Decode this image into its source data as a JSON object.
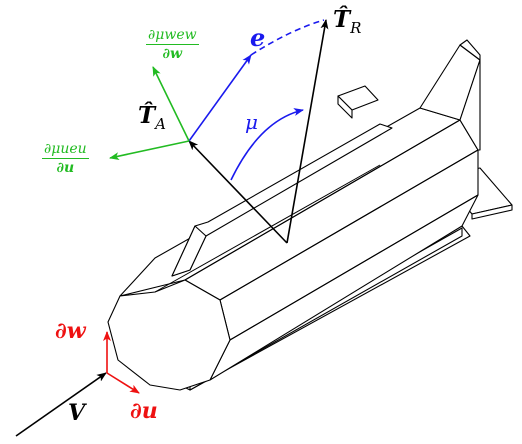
{
  "labels": {
    "v": "V",
    "du": "∂u",
    "dw": "∂w",
    "e": "e",
    "mu": "μ",
    "t_a_sym": "T̂",
    "t_a_sub": "A",
    "t_r_sym": "T̂",
    "t_r_sub": "R",
    "frac_w_num": "∂μwew",
    "frac_w_den": "∂w",
    "frac_u_num": "∂μueu",
    "frac_u_den": "∂u"
  },
  "colors": {
    "black": "#000000",
    "blue": "#1a1aee",
    "green": "#22bb22",
    "red": "#ee1111"
  }
}
